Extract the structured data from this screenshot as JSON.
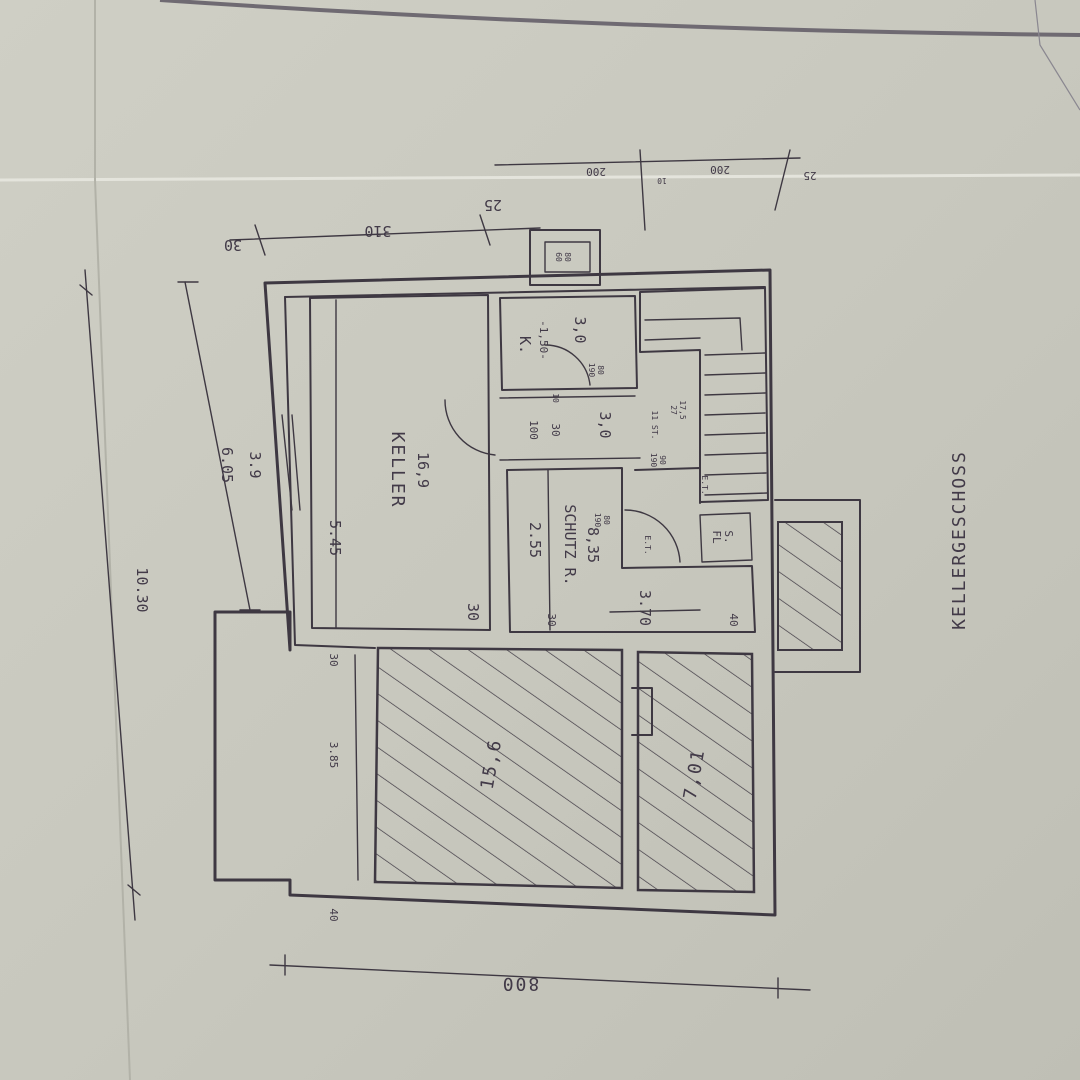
{
  "plan": {
    "title": "KELLERGESCHOSS",
    "rooms": {
      "keller": {
        "name": "KELLER",
        "area": "16,9"
      },
      "schutzraum": {
        "name": "SCHUTZ R.",
        "area": "8,35"
      },
      "k_room": {
        "name": "K.",
        "height": "-1,50-",
        "area": "3,0"
      },
      "hall": {
        "area": "3,0"
      },
      "hatched_large": {
        "area": "15,6"
      },
      "hatched_small": {
        "area": "7,01"
      },
      "sfl": {
        "name": "S.\nFL"
      },
      "et": {
        "name": "E.T."
      },
      "et2": {
        "name": "E.T."
      },
      "st": {
        "name": "11 ST."
      }
    },
    "dims": {
      "total_length": "10.30",
      "keller_len": "6.05",
      "keller_inner": "5.45",
      "window": "3.9",
      "lower_len": "3.85",
      "lower_wall": "30",
      "bottom_wall": "40",
      "width_total": "800",
      "top_w": "310",
      "top_wall": "25",
      "top_gap": "30",
      "top_200a": "200",
      "top_200b": "200",
      "top_10": "10",
      "top_25": "25",
      "schutz_len": "2.55",
      "schutz_w": "3.70",
      "schutz_wall": "30",
      "schutz_40": "40",
      "keller_30": "30",
      "door_100": "100",
      "door_30": "30",
      "door_10": "10",
      "k_door": "80\n190",
      "chimney": "80\n60",
      "et_dims": "80\n190",
      "et_dims2": "90\n190",
      "stair": "17,5\n27"
    }
  }
}
